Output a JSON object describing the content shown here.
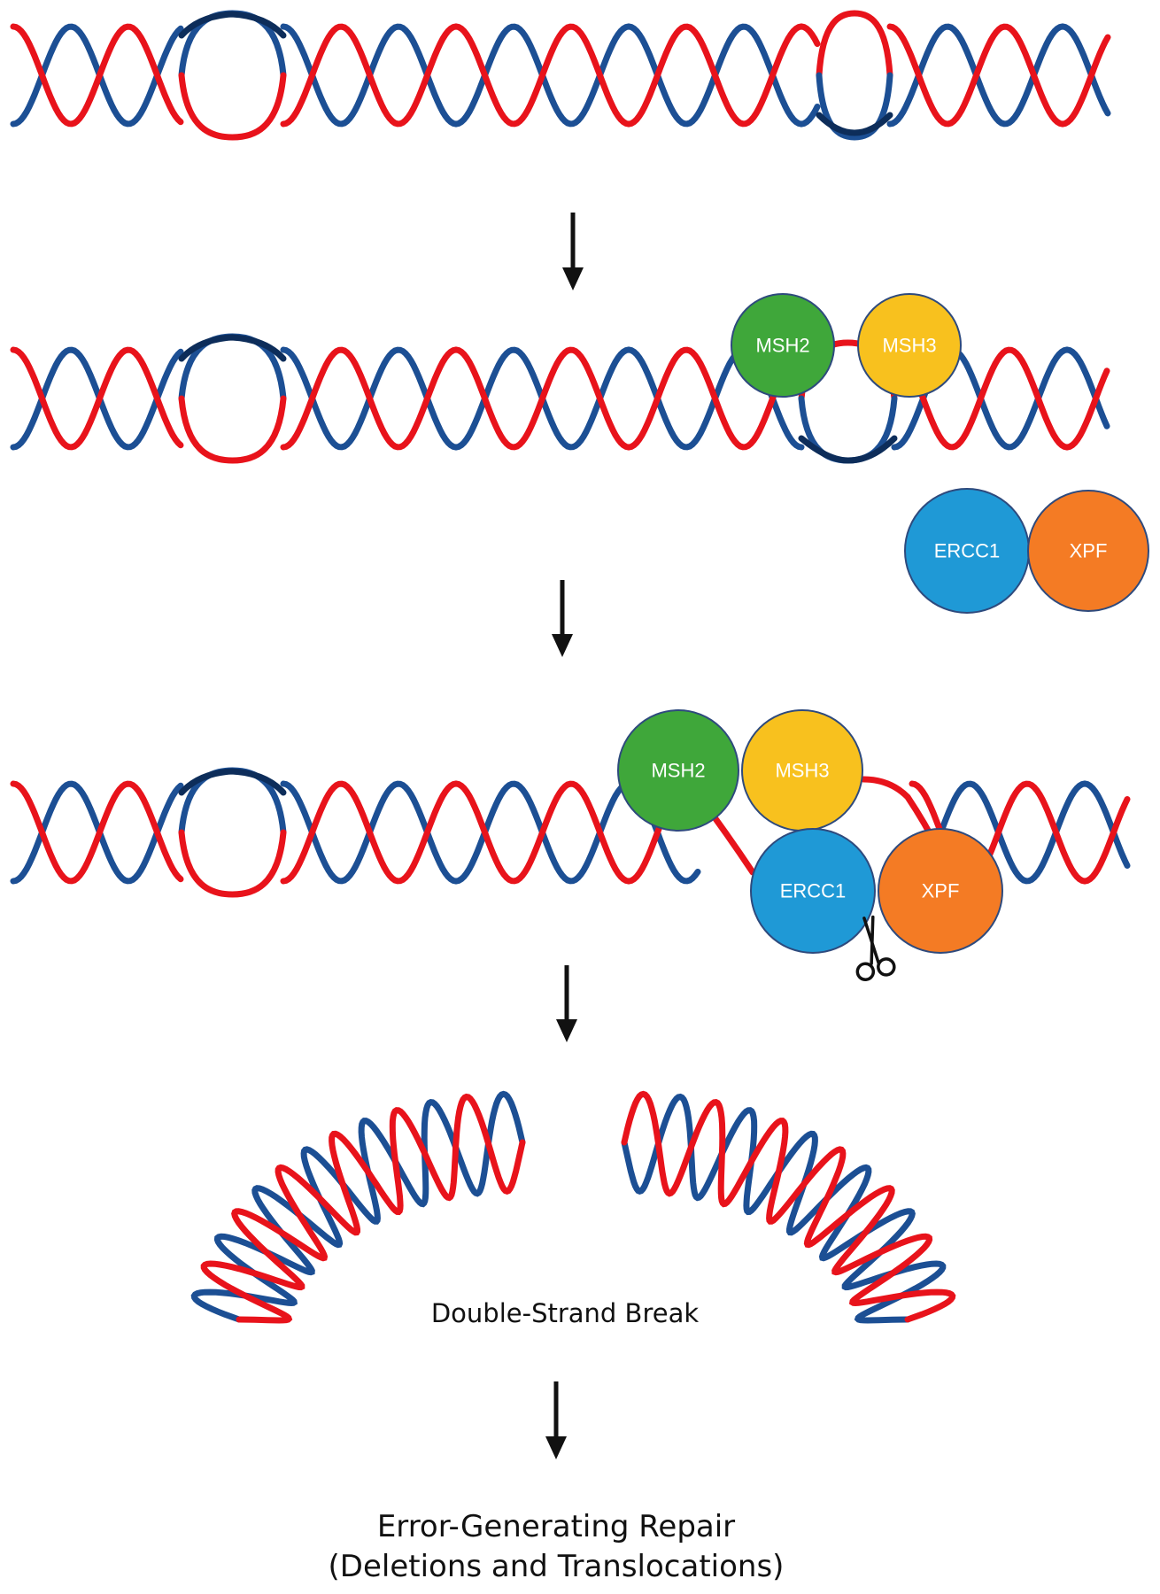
{
  "colors": {
    "strand_a": "#e8131b",
    "strand_b": "#1c4f94",
    "loop": "#0d2d5a",
    "msh2": "#3fa73a",
    "msh3": "#f8c11e",
    "ercc1": "#1f99d6",
    "xpf": "#f47b24",
    "protein_outline": "#2e4a7d",
    "arrow": "#111111"
  },
  "proteins": {
    "msh2": "MSH2",
    "msh3": "MSH3",
    "ercc1": "ERCC1",
    "xpf": "XPF"
  },
  "captions": {
    "double_strand_break": "Double-Strand Break",
    "final_line1": "Error-Generating Repair",
    "final_line2": "(Deletions and Translocations)"
  },
  "icons": {
    "scissors": "scissors-icon",
    "arrow": "arrow-down-icon"
  }
}
